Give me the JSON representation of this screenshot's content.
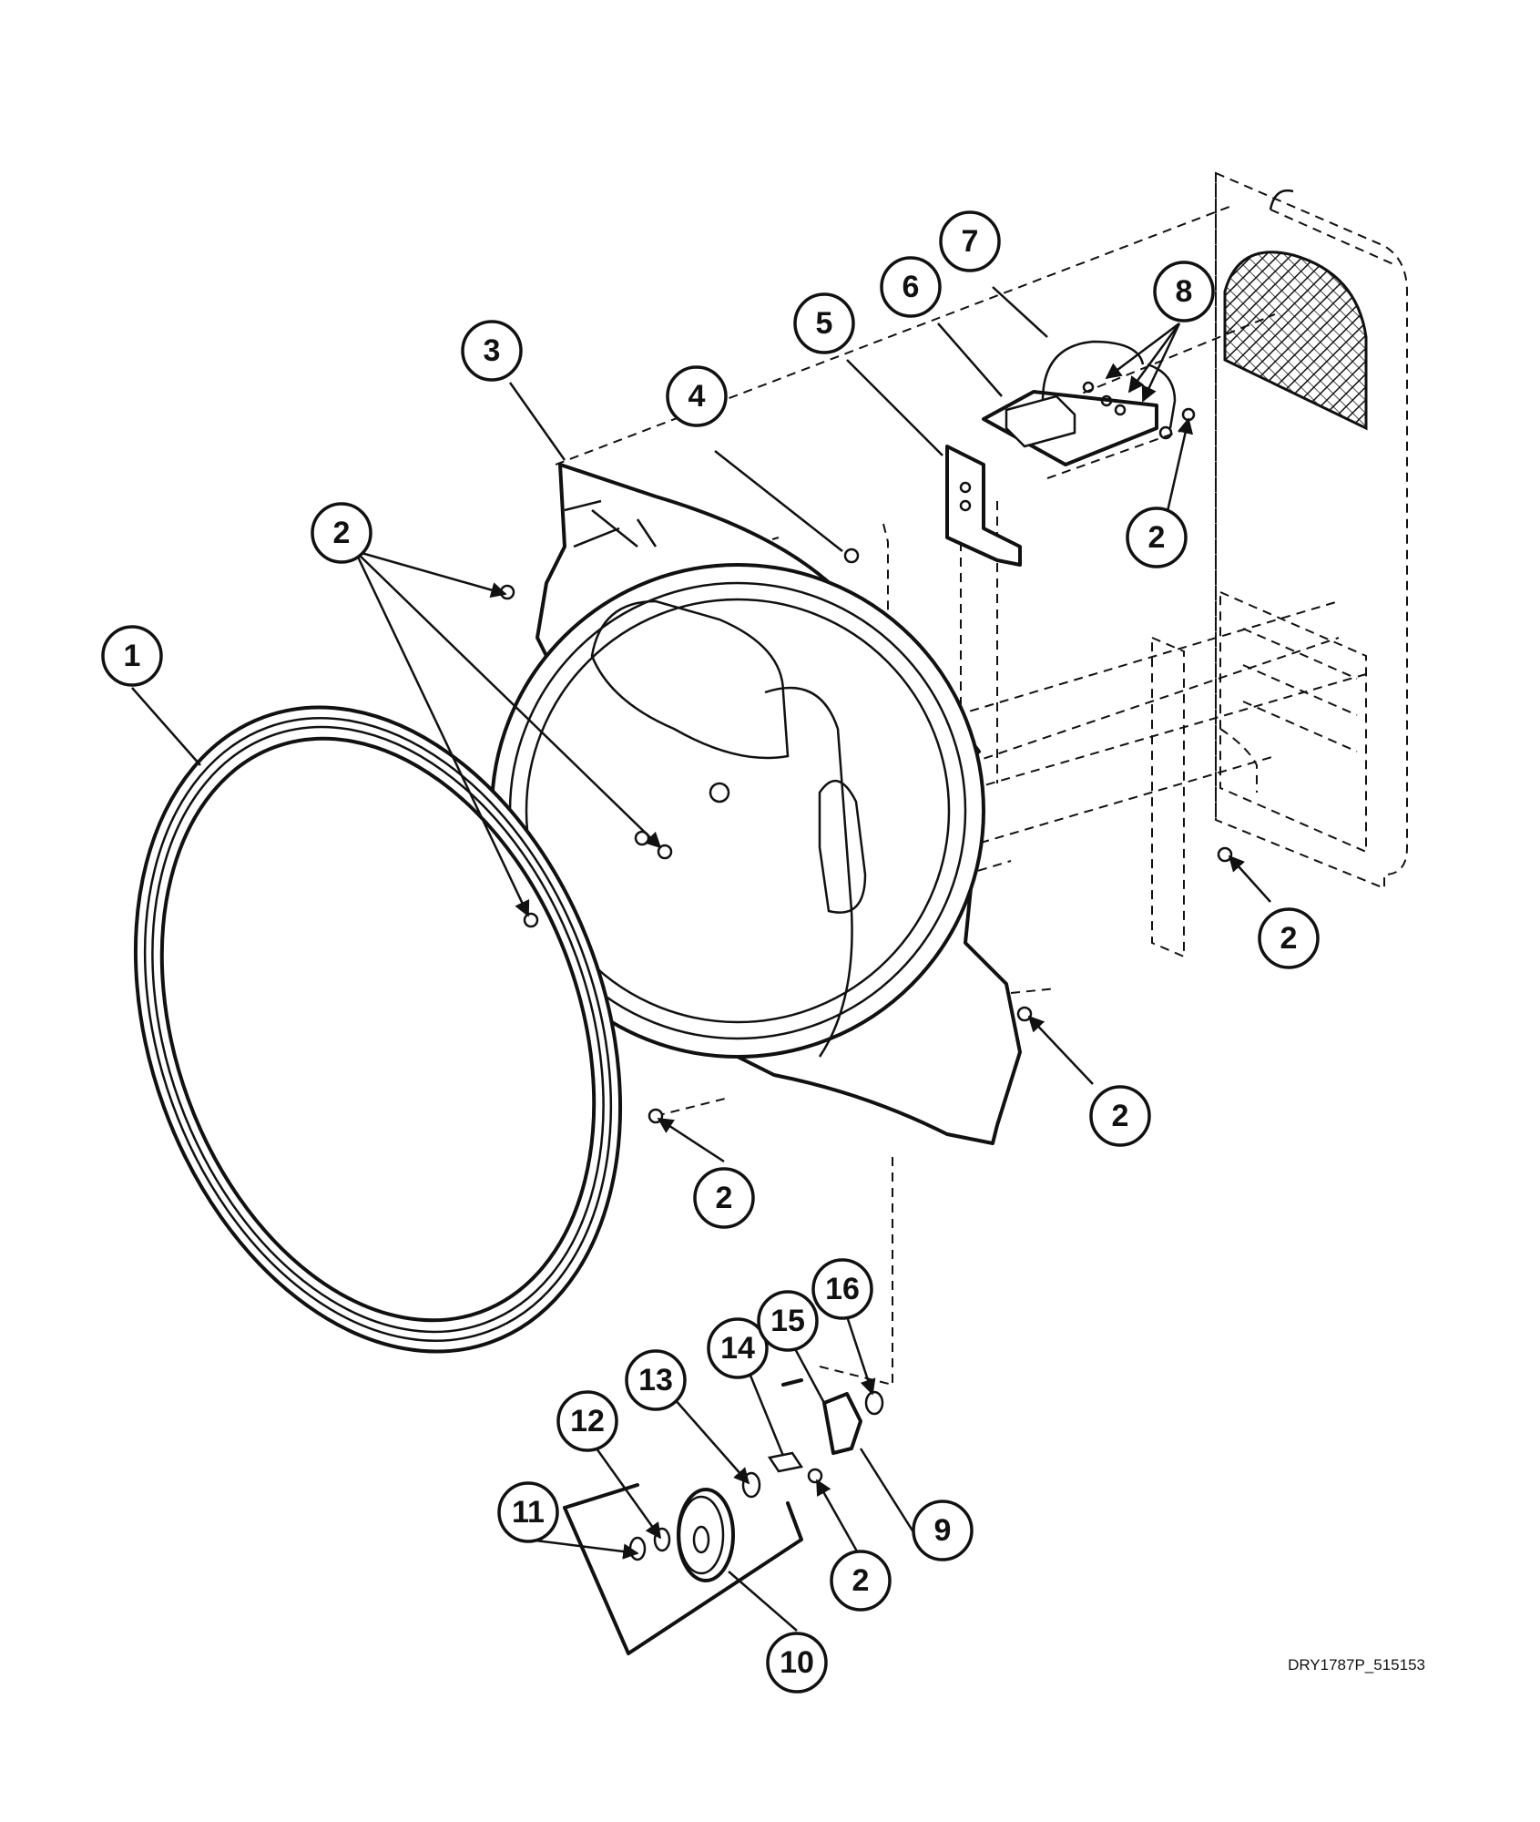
{
  "drawing_id": "DRY1787P_515153",
  "callouts": [
    "1",
    "2",
    "3",
    "4",
    "5",
    "6",
    "7",
    "8",
    "9",
    "10",
    "11",
    "12",
    "13",
    "14",
    "15",
    "16"
  ]
}
